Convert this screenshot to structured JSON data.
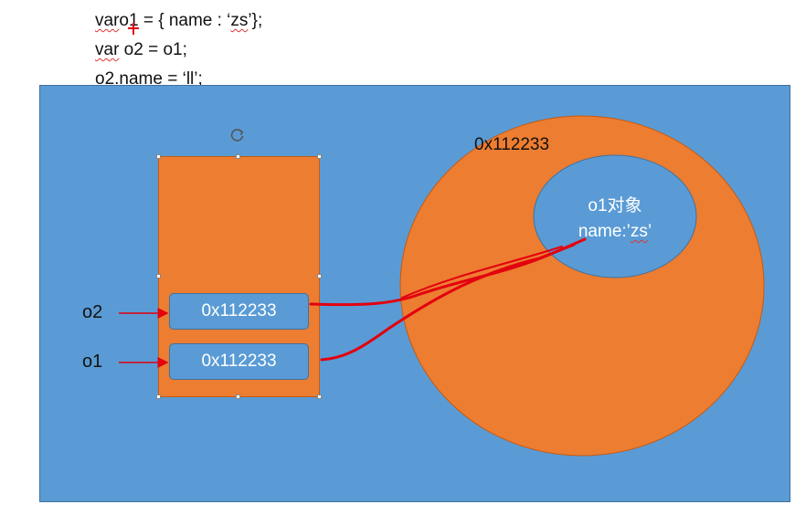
{
  "code": {
    "line1": {
      "kw": "var",
      "rest": "o1 = { name : ‘",
      "val": "zs",
      "end": "’};"
    },
    "line2": {
      "kw": "var",
      "rest": " o2 = o1;"
    },
    "line3": {
      "text": "o2.name = ‘ll’;"
    }
  },
  "stack": {
    "cells": [
      {
        "var": "o2",
        "address": "0x112233"
      },
      {
        "var": "o1",
        "address": "0x112233"
      }
    ]
  },
  "heap": {
    "address": "0x112233",
    "object": {
      "title": "o1对象",
      "prop_prefix": "name:’",
      "prop_val": "zs",
      "prop_suffix": "’"
    }
  },
  "colors": {
    "slide_bg": "#5a9bd5",
    "shape_fill": "#ed7d31",
    "arrow": "#e3000f",
    "text": "#111111"
  }
}
